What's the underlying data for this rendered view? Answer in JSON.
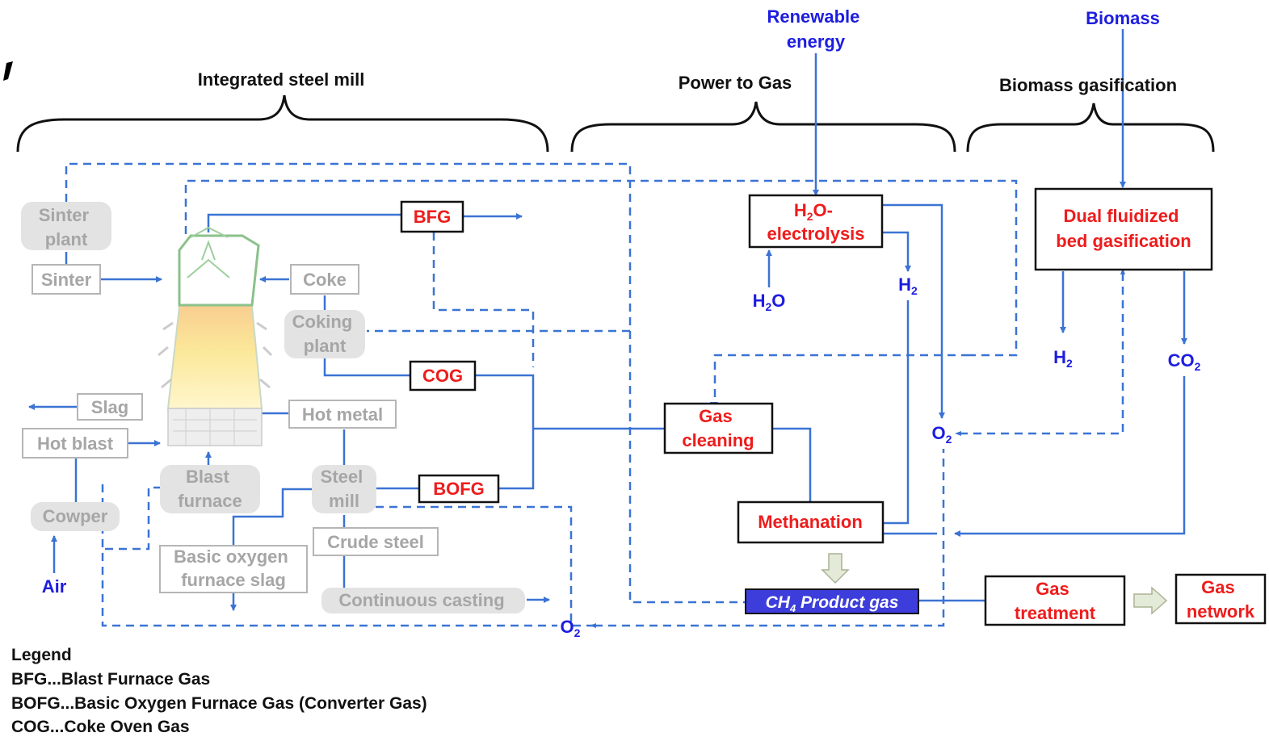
{
  "colors": {
    "flow_line": "#3b73d4",
    "red_text": "#ee1c1c",
    "blue_text": "#1d1de0",
    "grey_text": "#a6a6a6",
    "grey_fill": "#e3e3e3",
    "product_fill": "#3d3ddb"
  },
  "headings": {
    "steel_mill": "Integrated steel mill",
    "power_to_gas": "Power to Gas",
    "biomass_gasification": "Biomass gasification"
  },
  "inputs": {
    "renewable_energy": [
      "Renewable",
      "energy"
    ],
    "biomass": "Biomass",
    "air": "Air",
    "h2o": {
      "main": "H",
      "sub": "2",
      "rest": "O"
    }
  },
  "steel_mill": {
    "sinter_plant": [
      "Sinter",
      "plant"
    ],
    "sinter": "Sinter",
    "coke": "Coke",
    "coking_plant": [
      "Coking",
      "plant"
    ],
    "slag": "Slag",
    "hot_metal": "Hot metal",
    "hot_blast": "Hot blast",
    "blast_furnace": [
      "Blast",
      "furnace"
    ],
    "steel_mill": [
      "Steel",
      "mill"
    ],
    "cowper": "Cowper",
    "crude_steel": "Crude steel",
    "bof_slag": [
      "Basic oxygen",
      "furnace slag"
    ],
    "continuous_casting": "Continuous casting"
  },
  "gases": {
    "bfg": "BFG",
    "cog": "COG",
    "bofg": "BOFG"
  },
  "process": {
    "electrolysis": {
      "line1_main": "H",
      "line1_sub": "2",
      "line1_rest": "O-",
      "line2": "electrolysis"
    },
    "dfb_gasification": [
      "Dual fluidized",
      "bed gasification"
    ],
    "gas_cleaning": [
      "Gas",
      "cleaning"
    ],
    "methanation": "Methanation",
    "product_gas": {
      "sub": "4",
      "main": "CH",
      "rest": " Product gas"
    },
    "gas_treatment": [
      "Gas",
      "treatment"
    ],
    "gas_network": [
      "Gas",
      "network"
    ]
  },
  "species": {
    "h2": {
      "main": "H",
      "sub": "2"
    },
    "o2": {
      "main": "O",
      "sub": "2"
    },
    "co2": {
      "main": "CO",
      "sub": "2"
    }
  },
  "legend": {
    "title": "Legend",
    "entries": [
      "BFG...Blast Furnace Gas",
      "BOFG...Basic Oxygen Furnace Gas (Converter Gas)",
      "COG...Coke Oven Gas"
    ]
  }
}
